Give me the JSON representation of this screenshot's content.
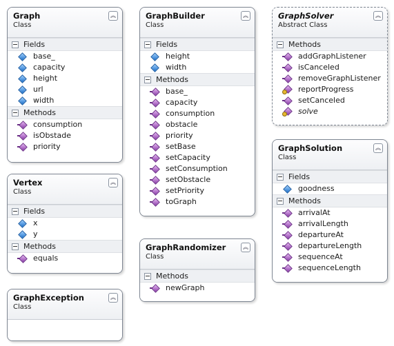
{
  "sections": {
    "fields": "Fields",
    "methods": "Methods"
  },
  "classes": {
    "graph": {
      "name": "Graph",
      "stereotype": "Class",
      "fields": [
        "base_",
        "capacity",
        "height",
        "url",
        "width"
      ],
      "methods": [
        "consumption",
        "isObstade",
        "priority"
      ]
    },
    "graphBuilder": {
      "name": "GraphBuilder",
      "stereotype": "Class",
      "fields": [
        "height",
        "width"
      ],
      "methods": [
        "base_",
        "capacity",
        "consumption",
        "obstacle",
        "priority",
        "setBase",
        "setCapacity",
        "setConsumption",
        "setObstacle",
        "setPriority",
        "toGraph"
      ]
    },
    "graphSolver": {
      "name": "GraphSolver",
      "stereotype": "Abstract Class",
      "methods": [
        "addGraphListener",
        "isCanceled",
        "removeGraphListener",
        "reportProgress",
        "setCanceled",
        "solve"
      ]
    },
    "vertex": {
      "name": "Vertex",
      "stereotype": "Class",
      "fields": [
        "x",
        "y"
      ],
      "methods": [
        "equals"
      ]
    },
    "graphRandomizer": {
      "name": "GraphRandomizer",
      "stereotype": "Class",
      "methods": [
        "newGraph"
      ]
    },
    "graphSolution": {
      "name": "GraphSolution",
      "stereotype": "Class",
      "fields": [
        "goodness"
      ],
      "methods": [
        "arrivalAt",
        "arrivalLength",
        "departureAt",
        "departureLength",
        "sequenceAt",
        "sequenceLength"
      ]
    },
    "graphException": {
      "name": "GraphException",
      "stereotype": "Class"
    }
  },
  "icons": {
    "collapse": "collapse-chevron-icon",
    "property": "property-icon",
    "method": "method-icon",
    "protected_method": "protected-method-icon"
  },
  "colors": {
    "border": "#7d8591",
    "property": "#1e6fc8",
    "method": "#8a3fa8"
  }
}
